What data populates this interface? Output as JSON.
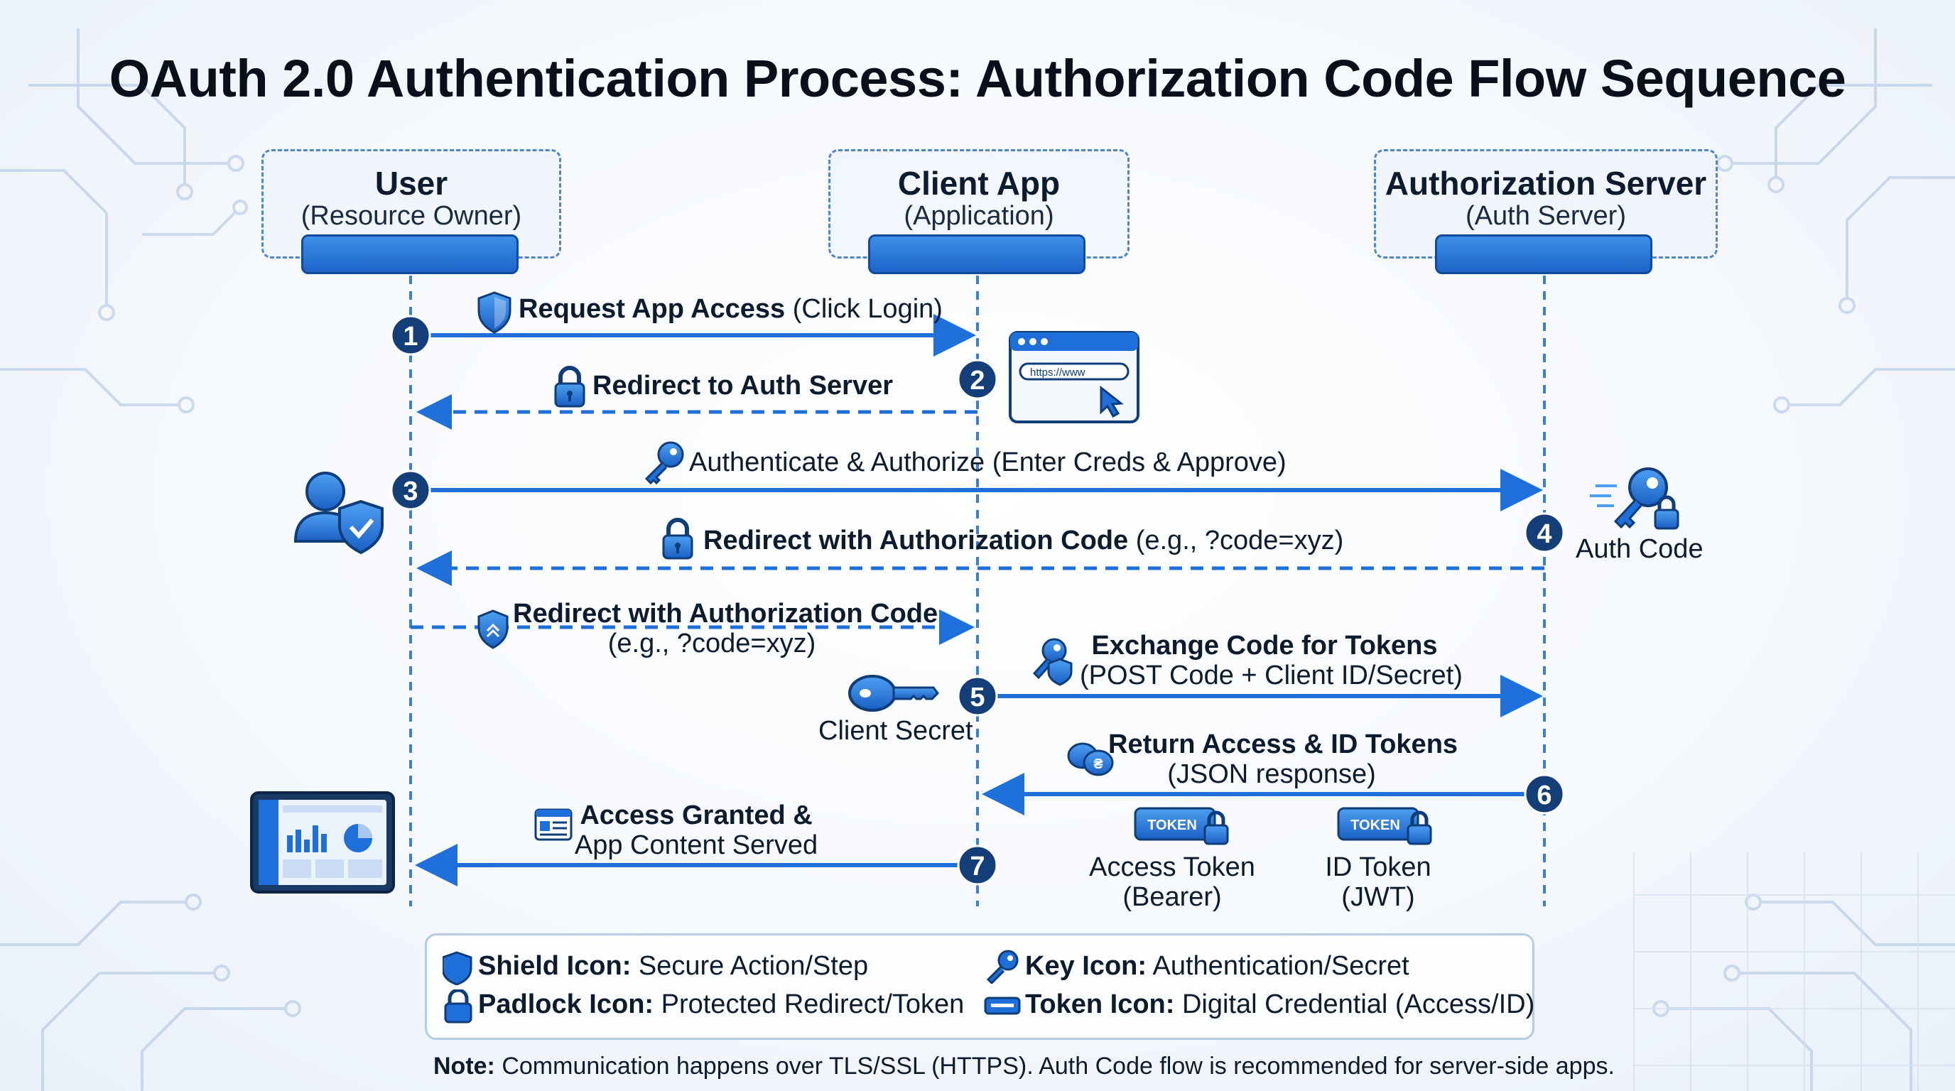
{
  "title": "OAuth 2.0 Authentication Process: Authorization Code Flow Sequence",
  "actors": [
    {
      "name": "User",
      "sub": "(Resource Owner)"
    },
    {
      "name": "Client App",
      "sub": "(Application)"
    },
    {
      "name": "Authorization Server",
      "sub": "(Auth Server)"
    }
  ],
  "steps": [
    {
      "num": "1",
      "bold": "Request App Access",
      "rest": " (Click Login)"
    },
    {
      "num": "2",
      "bold": "Redirect to Auth Server",
      "rest": ""
    },
    {
      "num": "3",
      "bold": "",
      "rest": "Authenticate & Authorize (Enter Creds & Approve)"
    },
    {
      "num": "4",
      "bold": "Redirect with Authorization Code",
      "rest": " (e.g., ?code=xyz)"
    },
    {
      "num": "5",
      "line1": "Exchange Code for Tokens",
      "line2": "(POST Code + Client ID/Secret)"
    },
    {
      "num": "6",
      "line1": "Return Access & ID Tokens",
      "line2": "(JSON response)"
    },
    {
      "num": "7",
      "line1": "Access Granted &",
      "line2": "App Content Served"
    }
  ],
  "side_redirect": {
    "line1": "Redirect with Authorization Code",
    "line2": "(e.g., ?code=xyz)"
  },
  "browser_url": "https://www",
  "auth_code_label": "Auth Code",
  "client_secret_label": "Client Secret",
  "token_badge": "TOKEN",
  "tokens": [
    {
      "line1": "Access Token",
      "line2": "(Bearer)"
    },
    {
      "line1": "ID Token",
      "line2": "(JWT)"
    }
  ],
  "legend": [
    {
      "icon": "shield-icon",
      "bold": "Shield Icon:",
      "text": " Secure Action/Step"
    },
    {
      "icon": "padlock-icon",
      "bold": "Padlock Icon:",
      "text": " Protected Redirect/Token"
    },
    {
      "icon": "key-icon",
      "bold": "Key Icon:",
      "text": " Authentication/Secret"
    },
    {
      "icon": "token-icon",
      "bold": "Token Icon:",
      "text": " Digital Credential (Access/ID)"
    }
  ],
  "note": {
    "bold": "Note:",
    "text": " Communication happens over TLS/SSL (HTTPS). Auth Code flow is recommended for server-side apps."
  },
  "colors": {
    "primary": "#1e6fd9",
    "dark": "#0f3d7a",
    "lifeline": "#3d7ed0",
    "text": "#0d1b2e"
  }
}
